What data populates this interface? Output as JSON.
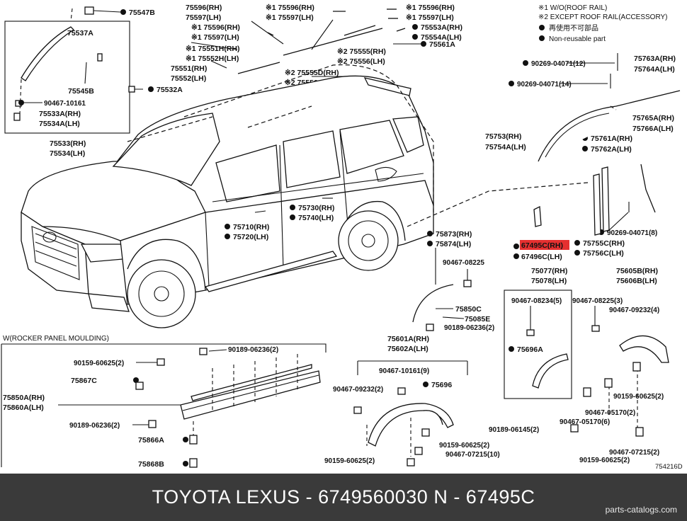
{
  "legend": {
    "note1": "※1 W/O(ROOF RAIL)",
    "note2": "※2 EXCEPT ROOF RAIL(ACCESSORY)",
    "reuse": "再使用不可部品",
    "nonreusable": "Non-reusable part"
  },
  "diagram_id": "754216D",
  "rocker_section_title": "W(ROCKER PANEL MOULDING)",
  "highlight_color": "#e53030",
  "parts": {
    "p75547B": "75547B",
    "p75537A": "75537A",
    "p75545B": "75545B",
    "p90467_10161a": "90467-10161",
    "p75533A": "75533A(RH)",
    "p75534A": "75534A(LH)",
    "p75533": "75533(RH)",
    "p75534": "75534(LH)",
    "p75532A": "75532A",
    "p75596": "75596(RH)",
    "p75597": "75597(LH)",
    "p1_75596": "※1 75596(RH)",
    "p1_75597": "※1 75597(LH)",
    "p1_75551H": "※1 75551H(RH)",
    "p1_75552H": "※1 75552H(LH)",
    "p75551": "75551(RH)",
    "p75552": "75552(LH)",
    "p2_75555D": "※2 75555D(RH)",
    "p2_75556C": "※2 75556C(LH)",
    "p1_75596b": "※1 75596(RH)",
    "p1_75597b": "※1 75597(LH)",
    "p1_75596c": "※1 75596(RH)",
    "p1_75597c": "※1 75597(LH)",
    "p75553A": "75553A(RH)",
    "p75554A": "75554A(LH)",
    "p2_75555": "※2 75555(RH)",
    "p2_75556": "※2 75556(LH)",
    "p75561A": "75561A",
    "p90269_12": "90269-04071(12)",
    "p90269_14": "90269-04071(14)",
    "p75763A": "75763A(RH)",
    "p75764A": "75764A(LH)",
    "p75765A": "75765A(RH)",
    "p75766A": "75766A(LH)",
    "p75753": "75753(RH)",
    "p75754A": "75754A(LH)",
    "p75761A": "75761A(RH)",
    "p75762A": "75762A(LH)",
    "p90269_8": "90269-04071(8)",
    "p67495C": "67495C(RH)",
    "p67496C": "67496C(LH)",
    "p75755C": "75755C(RH)",
    "p75756C": "75756C(LH)",
    "p75730": "75730(RH)",
    "p75740": "75740(LH)",
    "p75710": "75710(RH)",
    "p75720": "75720(LH)",
    "p75873": "75873(RH)",
    "p75874": "75874(LH)",
    "p90467_08225": "90467-08225",
    "p75850C": "75850C",
    "p75085E": "75085E",
    "p90189_06236_2a": "90189-06236(2)",
    "p75077": "75077(RH)",
    "p75078": "75078(LH)",
    "p90467_08234": "90467-08234(5)",
    "p75696A": "75696A",
    "p75605B": "75605B(RH)",
    "p75606B": "75606B(LH)",
    "p90467_08225_3": "90467-08225(3)",
    "p90467_09232_4": "90467-09232(4)",
    "p75601A": "75601A(RH)",
    "p75602A": "75602A(LH)",
    "p90467_10161_9": "90467-10161(9)",
    "p90467_09232_2": "90467-09232(2)",
    "p75696": "75696",
    "p90159_60625_2a": "90159-60625(2)",
    "p90467_07215_10": "90467-07215(10)",
    "p90159_60625_2b": "90159-60625(2)",
    "p90159_60625_2c": "90159-60625(2)",
    "p90467_05170_2": "90467-05170(2)",
    "p90189_06145_2": "90189-06145(2)",
    "p90467_05170_6": "90467-05170(6)",
    "p90467_07215_2": "90467-07215(2)",
    "p90159_60625_2d": "90159-60625(2)",
    "p90189_06236_2b": "90189-06236(2)",
    "p90159_60625_2e": "90159-60625(2)",
    "p75850A": "75850A(RH)",
    "p75860A": "75860A(LH)",
    "p75867C": "75867C",
    "p90189_06236_2c": "90189-06236(2)",
    "p75866A": "75866A",
    "p75868B": "75868B"
  },
  "footer": {
    "title": "TOYOTA LEXUS - 6749560030    N - 67495C",
    "source": "parts-catalogs.com"
  }
}
